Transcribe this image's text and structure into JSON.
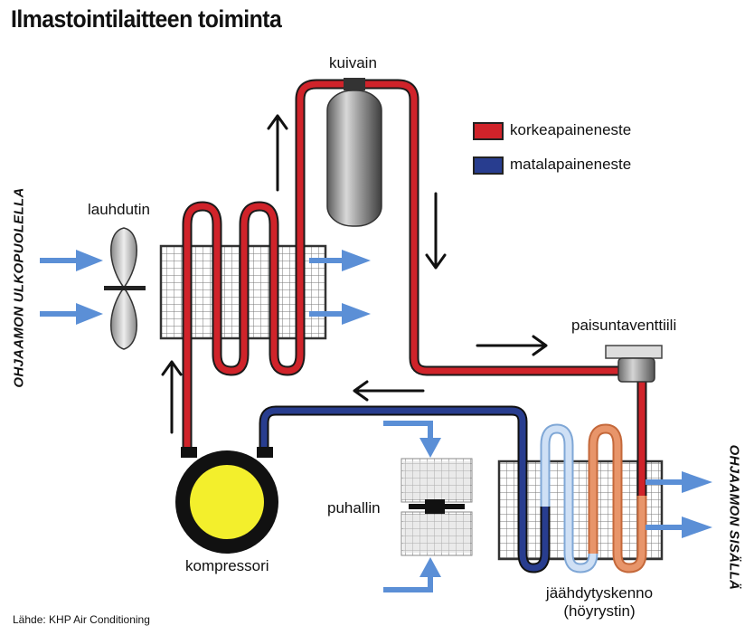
{
  "title": "Ilmastointilaitteen toiminta",
  "labels": {
    "kuivain": "kuivain",
    "lauhdutin": "lauhdutin",
    "paisuntaventtiili": "paisuntaventtiili",
    "puhallin": "puhallin",
    "kompressori": "kompressori",
    "jaahdytyskenno_line1": "jäähdytyskenno",
    "jaahdytyskenno_line2": "(höyrystin)",
    "outside": "OHJAAMON ULKOPUOLELLA",
    "inside": "OHJAAMON SISÄLLÄ"
  },
  "legend": {
    "high": "korkeapaineneste",
    "low": "matalapaineneste"
  },
  "source": "Lähde: KHP Air Conditioning",
  "colors": {
    "high_pressure": "#d0232a",
    "low_pressure": "#283d8f",
    "light_blue": "#a8c8ec",
    "orange": "#e08a5a",
    "air_arrow": "#5b8fd6",
    "compressor_yellow": "#f3ef2c"
  }
}
